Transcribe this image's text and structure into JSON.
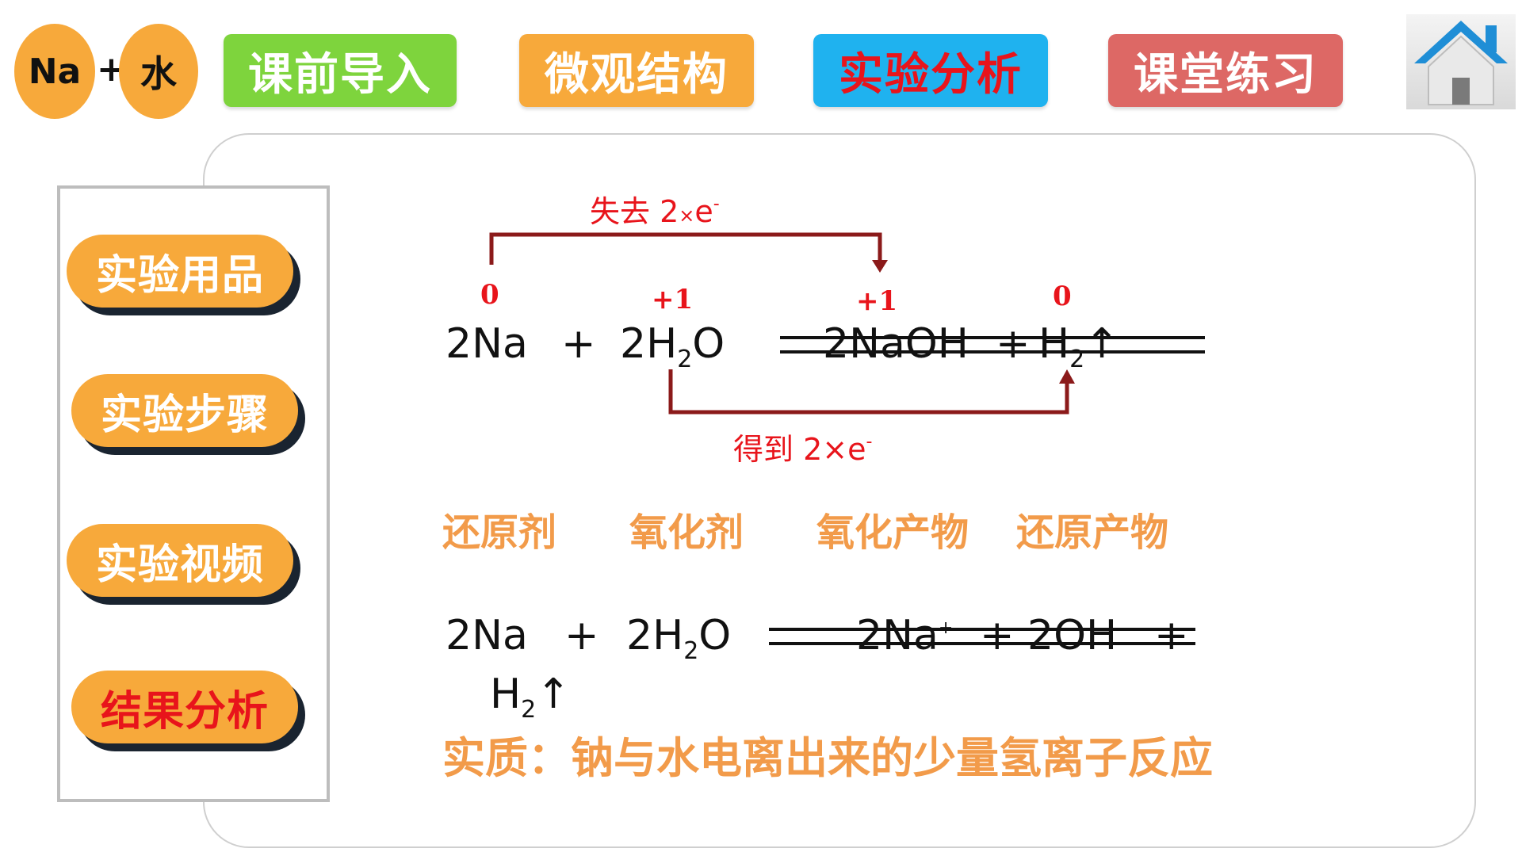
{
  "badge": {
    "na": "Na",
    "plus": "+",
    "water": "水"
  },
  "nav": {
    "intro": "课前导入",
    "micro": "微观结构",
    "analysis": "实验分析",
    "practice": "课堂练习"
  },
  "home_icon": "home-icon",
  "sidebar": {
    "items": [
      {
        "label": "实验用品"
      },
      {
        "label": "实验步骤"
      },
      {
        "label": "实验视频"
      },
      {
        "label": "结果分析"
      }
    ]
  },
  "equation1": {
    "na": "2Na",
    "plus1": "+",
    "h2o_main": "2H",
    "h2o_sub": "2",
    "h2o_tail": "O",
    "naoh": "2NaOH",
    "plus2": "+",
    "h2_main": "H",
    "h2_sub": "2",
    "arrow": "↑"
  },
  "oxidation_states": {
    "na": "0",
    "h2o": "+1",
    "naoh": "+1",
    "h2": "0"
  },
  "electron_lost": {
    "text": "失去 2",
    "times": "×",
    "e": "e",
    "sup": "-"
  },
  "electron_gain": {
    "text": "得到 2×e",
    "sup": "-"
  },
  "roles": {
    "reducer": "还原剂",
    "oxidizer": "氧化剂",
    "oxidized_product": "氧化产物",
    "reduced_product": "还原产物"
  },
  "equation2": {
    "na": "2Na",
    "plus1": "+",
    "h2o_main": "2H",
    "h2o_sub": "2",
    "h2o_tail": "O",
    "na_ion": "2Na",
    "na_ion_sup": "+",
    "plus2": "+",
    "oh": "2OH",
    "oh_sup": "-",
    "plus3": "+",
    "h2_main": "H",
    "h2_sub": "2",
    "arrow": "↑"
  },
  "essence": "实质：钠与水电离出来的少量氢离子反应",
  "colors": {
    "orange": "#f7a93b",
    "green": "#7ed43d",
    "blue": "#1fb2ef",
    "rose": "#dd6865",
    "red": "#e8141b",
    "dark_red_arrow": "#8b1a1a",
    "role_orange": "#f29b4a"
  }
}
